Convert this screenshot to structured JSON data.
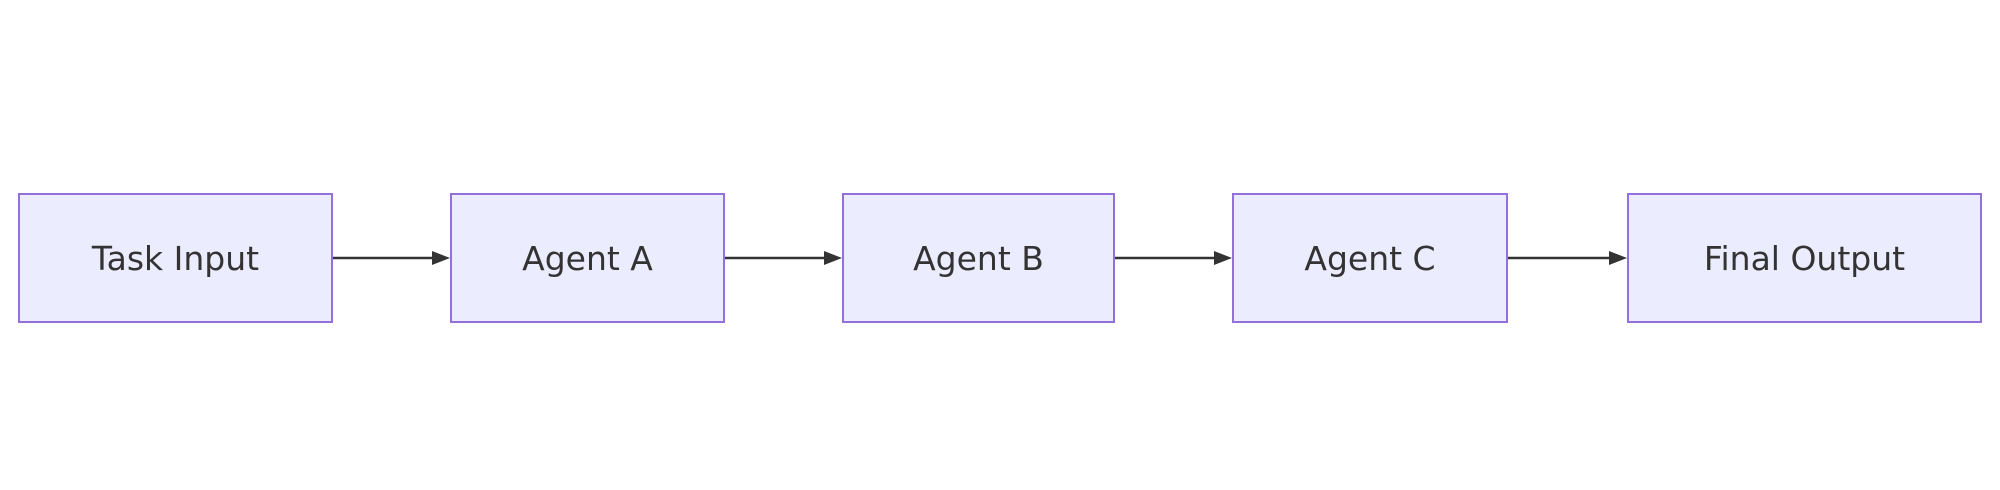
{
  "diagram": {
    "type": "flowchart-left-to-right",
    "nodes": [
      {
        "id": "task-input",
        "label": "Task Input"
      },
      {
        "id": "agent-a",
        "label": "Agent A"
      },
      {
        "id": "agent-b",
        "label": "Agent B"
      },
      {
        "id": "agent-c",
        "label": "Agent C"
      },
      {
        "id": "final-output",
        "label": "Final Output"
      }
    ],
    "edges": [
      {
        "from": "task-input",
        "to": "agent-a"
      },
      {
        "from": "agent-a",
        "to": "agent-b"
      },
      {
        "from": "agent-b",
        "to": "agent-c"
      },
      {
        "from": "agent-c",
        "to": "final-output"
      }
    ],
    "colors": {
      "node_fill": "#ECECFF",
      "node_border": "#9370DB",
      "arrow": "#333333",
      "text": "#333333",
      "background": "#FFFFFF"
    }
  }
}
